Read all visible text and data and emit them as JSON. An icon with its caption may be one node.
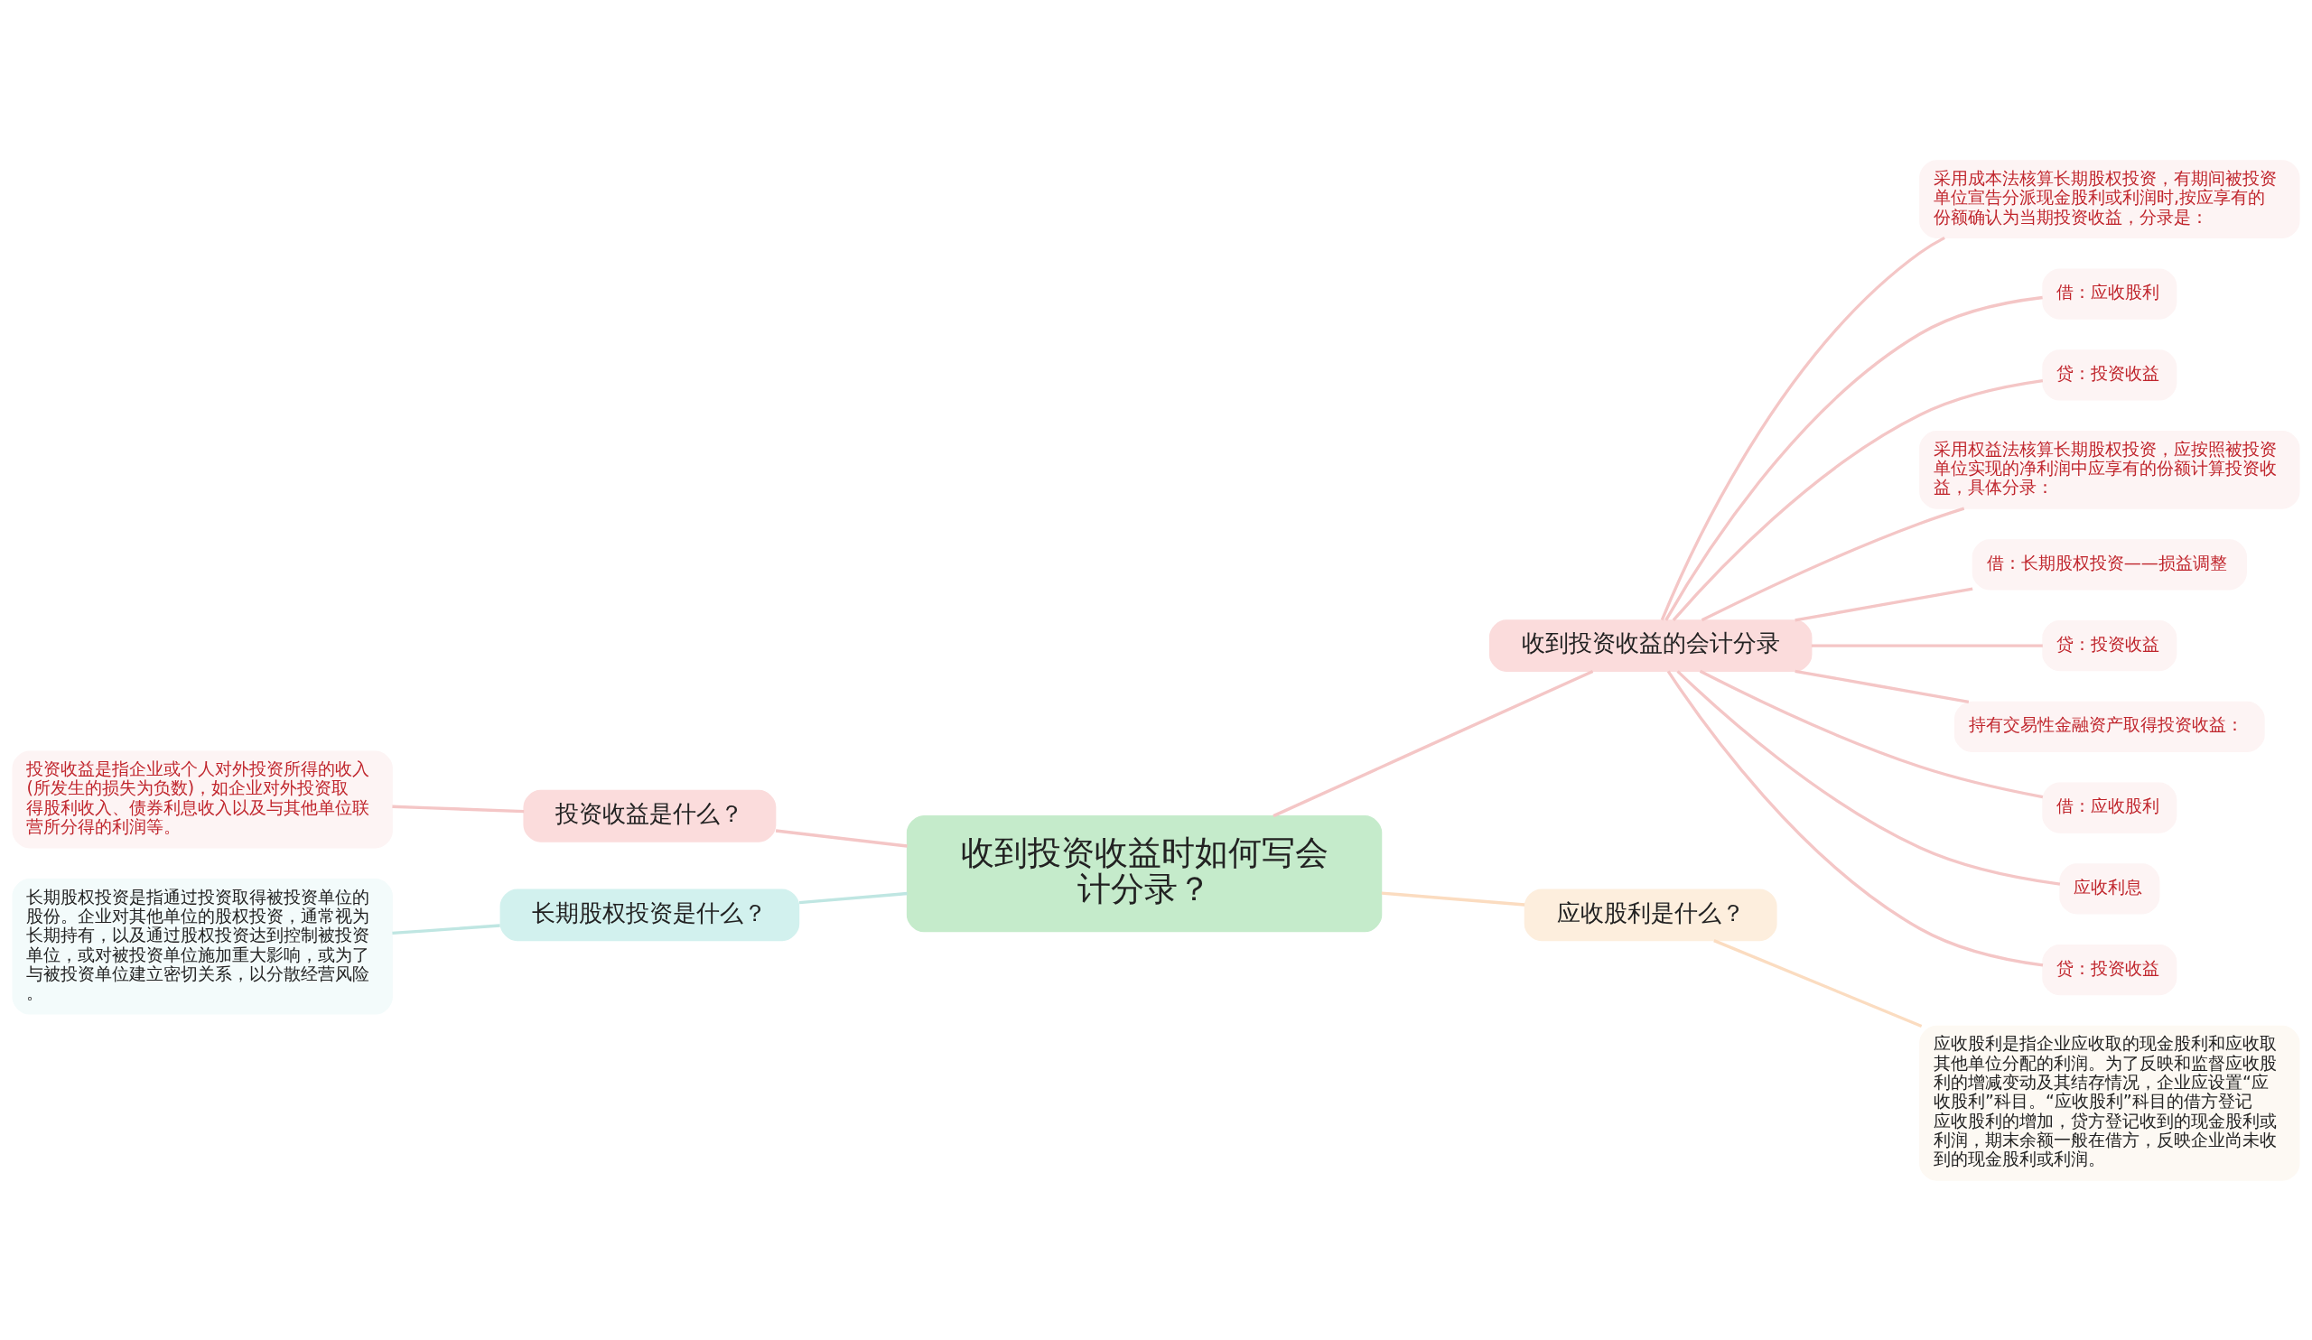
{
  "diagram": {
    "nodes": [
      {
        "text": [
          "收到投资收益时如何写会计分录？"
        ]
      },
      {
        "text": [
          "收到投资收益的会计分录"
        ]
      },
      {
        "text": [
          "采用成本法核算长期股权投资，有期间被投资单位宣告分派现金股利或利润时,按应享有的份额确认为当期投资收益，分录是："
        ]
      },
      {
        "text": [
          "借：应收股利"
        ]
      },
      {
        "text": [
          "贷：投资收益"
        ]
      },
      {
        "text": [
          "采用权益法核算长期股权投资，应按照被投资单位实现的净利润中应享有的份额计算投资收益，具体分录："
        ]
      },
      {
        "text": [
          "借：长期股权投资——损益调整"
        ]
      },
      {
        "text": [
          "贷：投资收益"
        ]
      },
      {
        "text": [
          "持有交易性金融资产取得投资收益："
        ]
      },
      {
        "text": [
          "借：应收股利"
        ]
      },
      {
        "text": [
          "应收利息"
        ]
      },
      {
        "text": [
          "贷：投资收益"
        ]
      },
      {
        "text": [
          "投资收益是什么？"
        ]
      },
      {
        "text": [
          "投资收益是指企业或个人对外投资所得的收入(所发生的损失为负数)，如企业对外投资取得股利收入、债券利息收入以及与其他单位联营所分得的利润等。"
        ]
      },
      {
        "text": [
          "长期股权投资是什么？"
        ]
      },
      {
        "text": [
          "长期股权投资是指通过投资取得被投资单位的股份。企业对其他单位的股权投资，通常视为长期持有，以及通过股权投资达到控制被投资单位，或对被投资单位施加重大影响，或为了与被投资单位建立密切关系，以分散经营风险。"
        ]
      },
      {
        "text": [
          "应收股利是什么？"
        ]
      },
      {
        "text": [
          "应收股利是指企业应收取的现金股利和应收取其他单位分配的利润。为了反映和监督应收股利的增减变动及其结存情况，企业应设置“应收股利”科目。“应收股利”科目的借方登记应收股利的增加，贷方登记收到的现金股利或利润，期末余额一般在借方，反映企业尚未收到的现金股利或利润。"
        ]
      }
    ],
    "edges": [
      {
        "from": 0,
        "to": 1,
        "arrow": "none"
      },
      {
        "from": 1,
        "to": 2,
        "arrow": "none"
      },
      {
        "from": 1,
        "to": 3,
        "arrow": "none"
      },
      {
        "from": 1,
        "to": 4,
        "arrow": "none"
      },
      {
        "from": 1,
        "to": 5,
        "arrow": "none"
      },
      {
        "from": 1,
        "to": 6,
        "arrow": "none"
      },
      {
        "from": 1,
        "to": 7,
        "arrow": "none"
      },
      {
        "from": 1,
        "to": 8,
        "arrow": "none"
      },
      {
        "from": 1,
        "to": 9,
        "arrow": "none"
      },
      {
        "from": 1,
        "to": 10,
        "arrow": "none"
      },
      {
        "from": 1,
        "to": 11,
        "arrow": "none"
      },
      {
        "from": 0,
        "to": 12,
        "arrow": "none"
      },
      {
        "from": 12,
        "to": 13,
        "arrow": "none"
      },
      {
        "from": 0,
        "to": 14,
        "arrow": "none",
        "color": "#bfe6e2"
      },
      {
        "from": 14,
        "to": 15,
        "arrow": "none",
        "color": "#bfe6e2"
      },
      {
        "from": 0,
        "to": 16,
        "arrow": "none",
        "color": "#fbdcc0"
      },
      {
        "from": 16,
        "to": 17,
        "arrow": "none",
        "color": "#fbdcc0"
      }
    ]
  }
}
